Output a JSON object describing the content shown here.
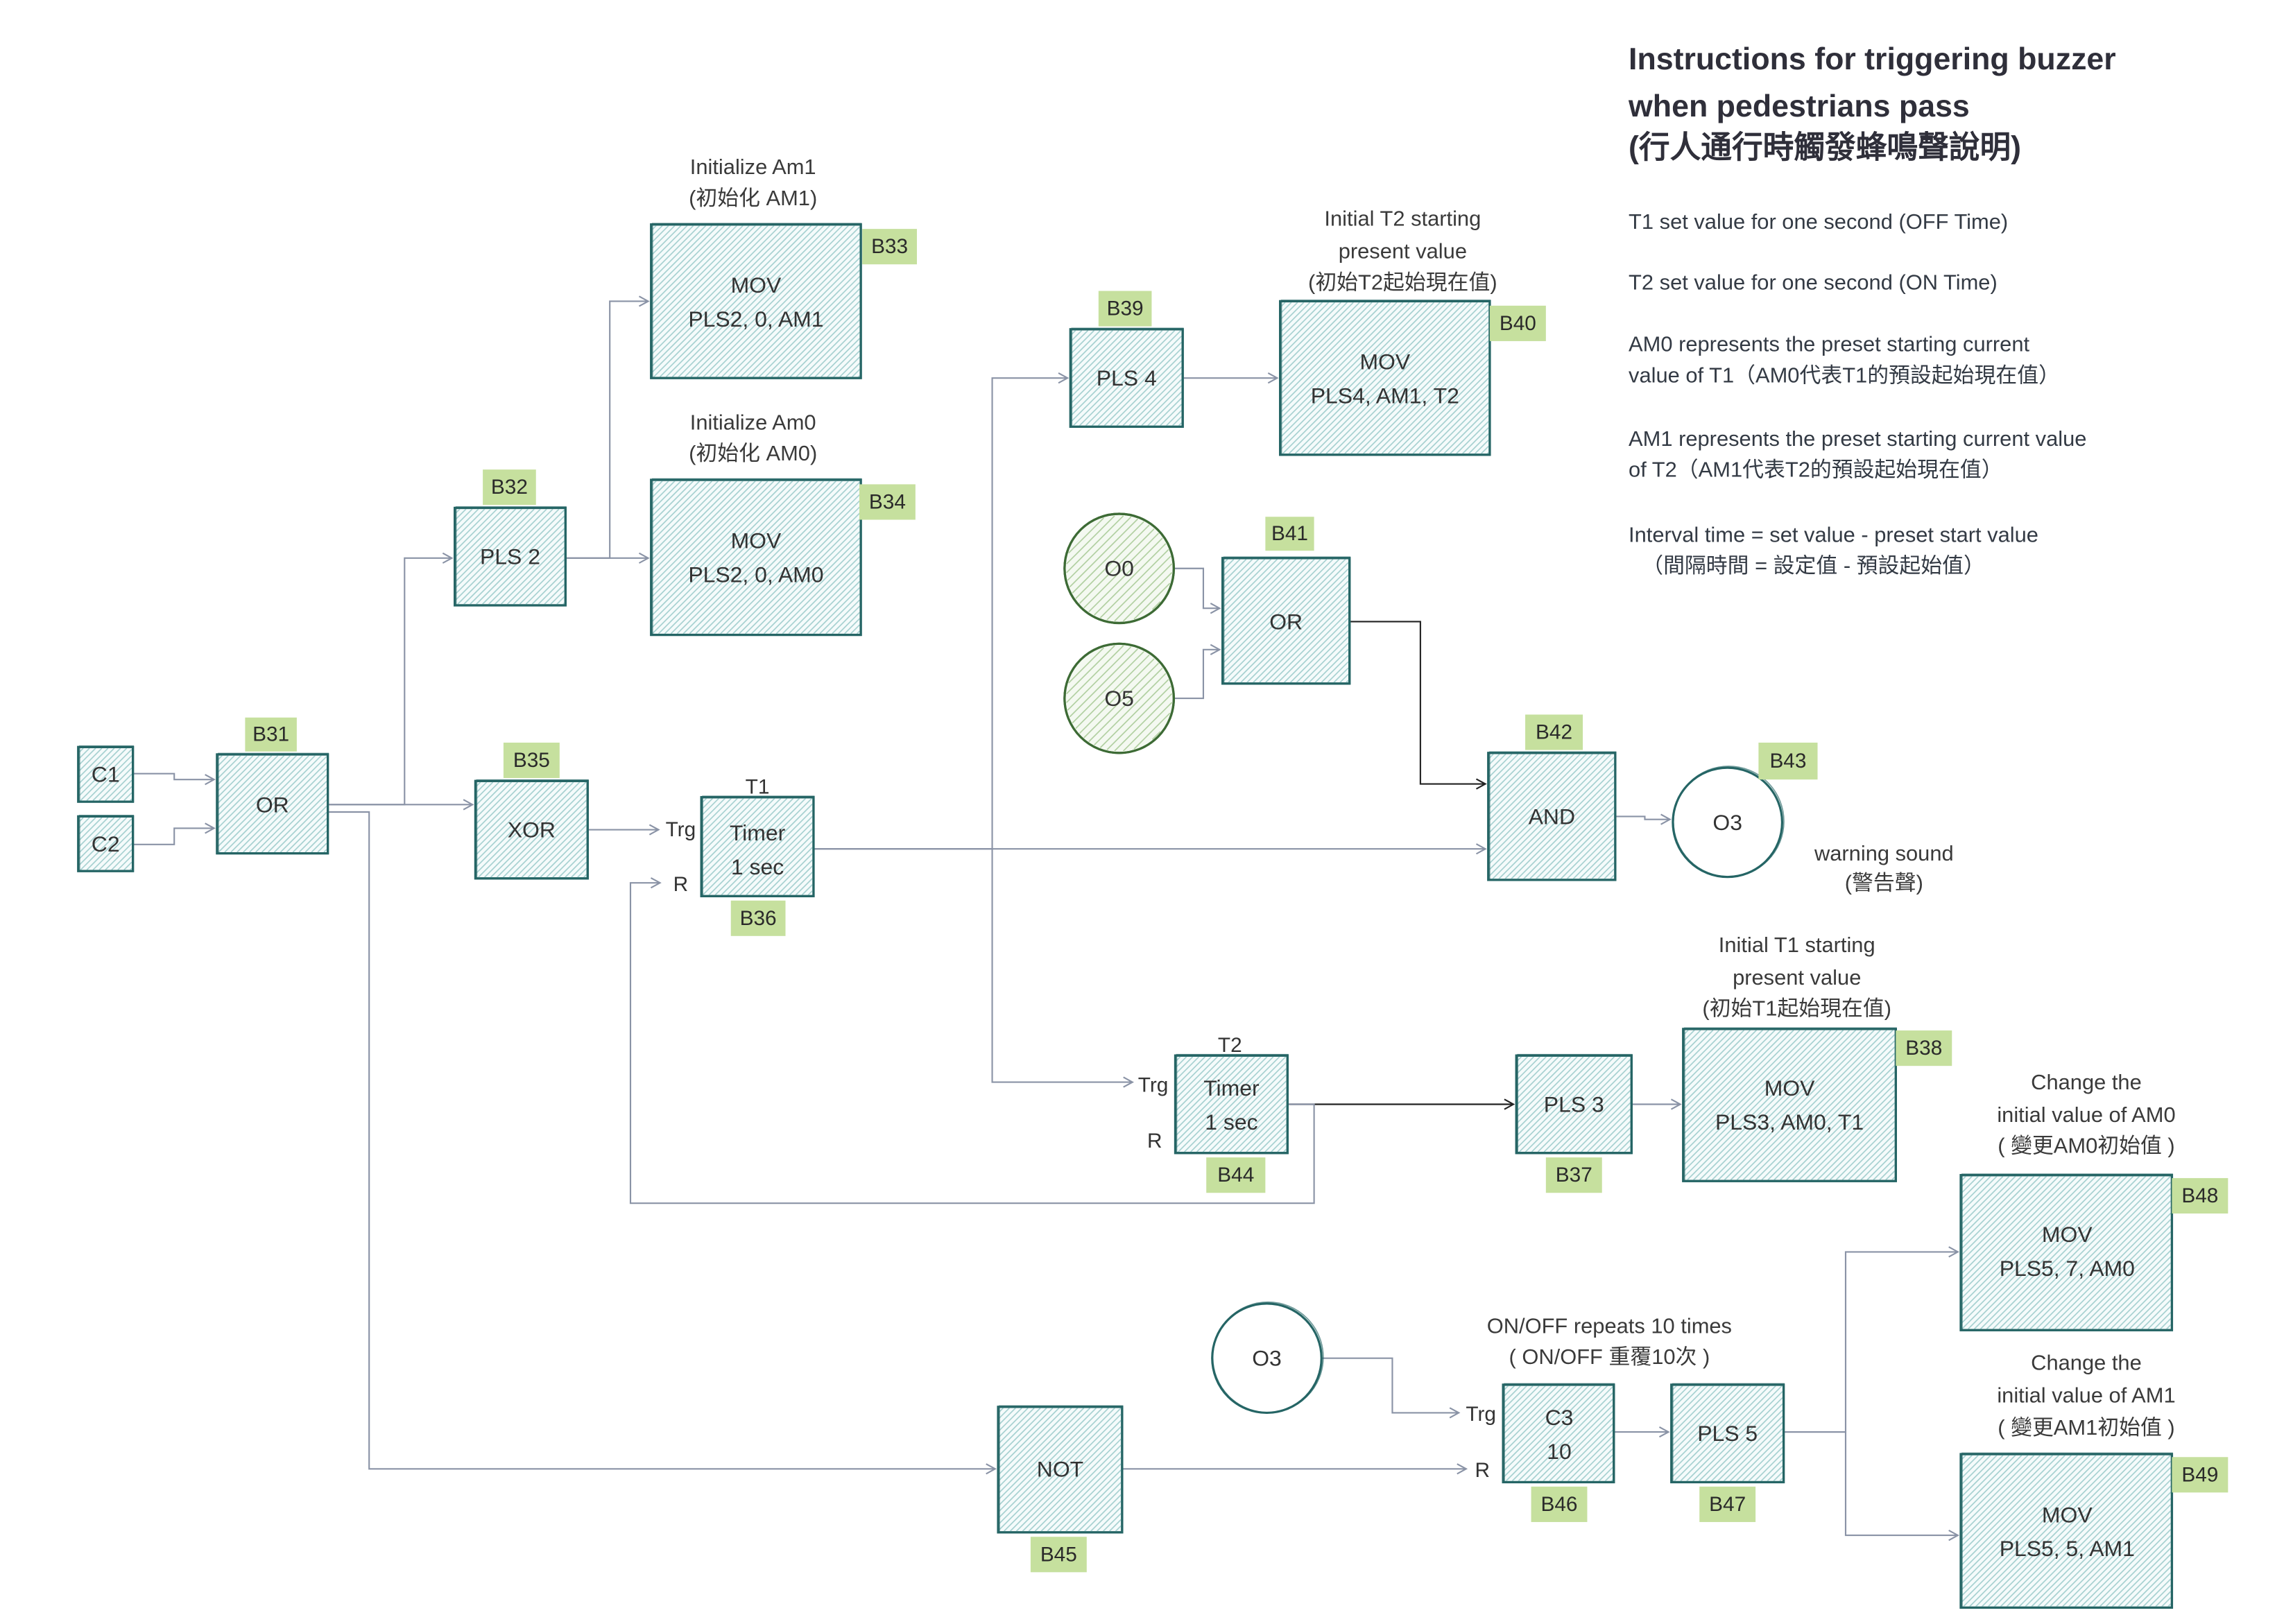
{
  "instructions": {
    "title": [
      "Instructions for triggering buzzer",
      "when pedestrians pass",
      "(行人通行時觸發蜂鳴聲說明)"
    ],
    "notes": [
      "T1 set value for one second (OFF Time)",
      "T2 set value for one second (ON Time)",
      "AM0 represents the preset starting current",
      "value of T1（AM0代表T1的預設起始現在值）",
      "AM1 represents the preset starting current value",
      "of T2（AM1代表T2的預設起始現在值）",
      "Interval time = set value - preset start value",
      "（間隔時間 = 設定值 - 預設起始值）"
    ]
  },
  "inputs": {
    "c1": "C1",
    "c2": "C2",
    "o0": "O0",
    "o5": "O5",
    "o3": "O3"
  },
  "blocks": {
    "b31": {
      "tag": "B31",
      "lines": [
        "OR"
      ]
    },
    "b32": {
      "tag": "B32",
      "lines": [
        "PLS 2"
      ]
    },
    "b33": {
      "tag": "B33",
      "lines": [
        "MOV",
        "PLS2, 0, AM1"
      ],
      "caption": [
        "Initialize Am1",
        "(初始化 AM1)"
      ]
    },
    "b34": {
      "tag": "B34",
      "lines": [
        "MOV",
        "PLS2, 0, AM0"
      ],
      "caption": [
        "Initialize Am0",
        "(初始化 AM0)"
      ]
    },
    "b35": {
      "tag": "B35",
      "lines": [
        "XOR"
      ]
    },
    "b36": {
      "tag": "B36",
      "lines": [
        "Timer",
        "1 sec"
      ],
      "name": "T1",
      "ports": {
        "trigger": "Trg",
        "reset": "R"
      }
    },
    "b37": {
      "tag": "B37",
      "lines": [
        "PLS 3"
      ]
    },
    "b38": {
      "tag": "B38",
      "lines": [
        "MOV",
        "PLS3, AM0, T1"
      ],
      "caption": [
        "Initial T1 starting",
        "present value",
        "(初始T1起始現在值)"
      ]
    },
    "b39": {
      "tag": "B39",
      "lines": [
        "PLS 4"
      ]
    },
    "b40": {
      "tag": "B40",
      "lines": [
        "MOV",
        "PLS4, AM1, T2"
      ],
      "caption": [
        "Initial T2 starting",
        "present value",
        "(初始T2起始現在值)"
      ]
    },
    "b41": {
      "tag": "B41",
      "lines": [
        "OR"
      ]
    },
    "b42": {
      "tag": "B42",
      "lines": [
        "AND"
      ]
    },
    "b43": {
      "tag": "B43",
      "lines": [
        "O3"
      ],
      "caption": [
        "warning sound",
        "(警告聲)"
      ]
    },
    "b44": {
      "tag": "B44",
      "lines": [
        "Timer",
        "1 sec"
      ],
      "name": "T2",
      "ports": {
        "trigger": "Trg",
        "reset": "R"
      }
    },
    "b45": {
      "tag": "B45",
      "lines": [
        "NOT"
      ]
    },
    "b46": {
      "tag": "B46",
      "lines": [
        "C3",
        "10"
      ],
      "ports": {
        "trigger": "Trg",
        "reset": "R"
      },
      "caption": [
        "ON/OFF repeats 10 times",
        "( ON/OFF 重覆10次 )"
      ]
    },
    "b47": {
      "tag": "B47",
      "lines": [
        "PLS 5"
      ]
    },
    "b48": {
      "tag": "B48",
      "lines": [
        "MOV",
        "PLS5, 7, AM0"
      ],
      "caption": [
        "Change the",
        "initial value of AM0",
        "( 變更AM0初始值 )"
      ]
    },
    "b49": {
      "tag": "B49",
      "lines": [
        "MOV",
        "PLS5, 5, AM1"
      ],
      "caption": [
        "Change the",
        "initial value of AM1",
        "( 變更AM1初始值 )"
      ]
    }
  },
  "colors": {
    "box_stroke": "#256565",
    "hatch": "#a7d1d1",
    "green_stroke": "#3d6b35",
    "green_hatch": "#b2d0a2",
    "tag_fill": "#c6e09e",
    "edge": "#8a93a6"
  }
}
